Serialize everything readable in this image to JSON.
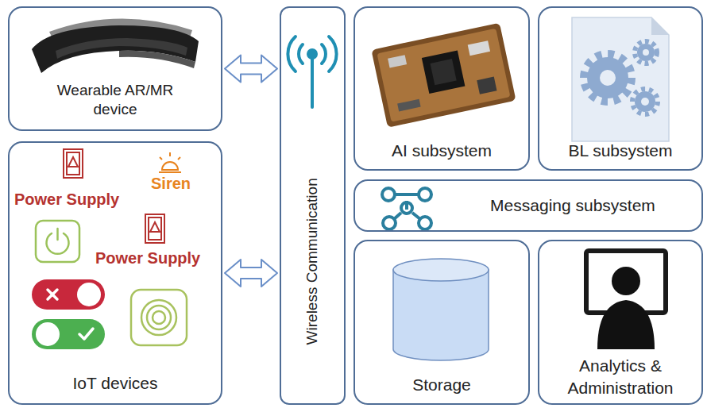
{
  "diagram": {
    "nodes": [
      {
        "text": [
          "Wearable AR/MR device"
        ]
      },
      {
        "text": [
          "IoT devices"
        ]
      },
      {
        "text": [
          "Wireless Communication"
        ]
      },
      {
        "text": [
          "AI subsystem"
        ]
      },
      {
        "text": [
          "BL subsystem"
        ]
      },
      {
        "text": [
          "Messaging subsystem"
        ]
      },
      {
        "text": [
          "Storage"
        ]
      },
      {
        "text": [
          "Analytics & Administration"
        ]
      }
    ],
    "edges": [
      {
        "from": 0,
        "to": 2,
        "arrow": "both"
      },
      {
        "from": 1,
        "to": 2,
        "arrow": "both"
      }
    ],
    "labels": [
      "Power Supply",
      "Siren",
      "Power Supply"
    ]
  }
}
